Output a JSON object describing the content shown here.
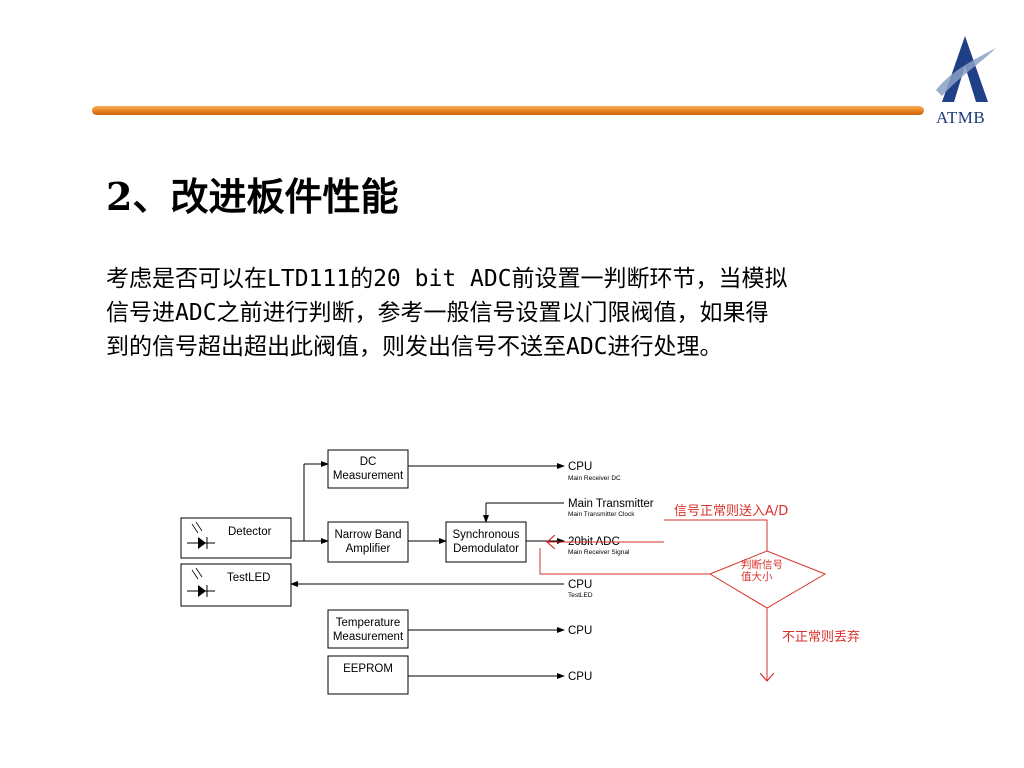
{
  "logo": {
    "text": "ATMB"
  },
  "title": "2、改进板件性能",
  "body": [
    "考虑是否可以在LTD111的20 bit ADC前设置一判断环节，当模拟",
    "信号进ADC之前进行判断，参考一般信号设置以门限阀值，如果得",
    "到的信号超出超出此阀值，则发出信号不送至ADC进行处理。"
  ],
  "diagram": {
    "boxes": {
      "detector": "Detector",
      "testled": "TestLED",
      "dc_line1": "DC",
      "dc_line2": "Measurement",
      "nba_line1": "Narrow Band",
      "nba_line2": "Amplifier",
      "sync_line1": "Synchronous",
      "sync_line2": "Demodulator",
      "temp_line1": "Temperature",
      "temp_line2": "Measurement",
      "eeprom": "EEPROM"
    },
    "outputs": {
      "cpu1": "CPU",
      "cpu1_sub": "Main Receiver DC",
      "main_tx": "Main Transmitter",
      "main_tx_sub": "Main Transmitter Clock",
      "adc": "20bit ADC",
      "adc_sub": "Main Receiver Signal",
      "cpu2": "CPU",
      "cpu2_sub": "TestLED",
      "cpu3": "CPU",
      "cpu4": "CPU"
    },
    "annotations": {
      "normal": "信号正常则送入A/D",
      "judge_line1": "判断信号",
      "judge_line2": "值大小",
      "abnormal": "不正常则丢弃"
    },
    "accent_color": "#d9322a"
  }
}
